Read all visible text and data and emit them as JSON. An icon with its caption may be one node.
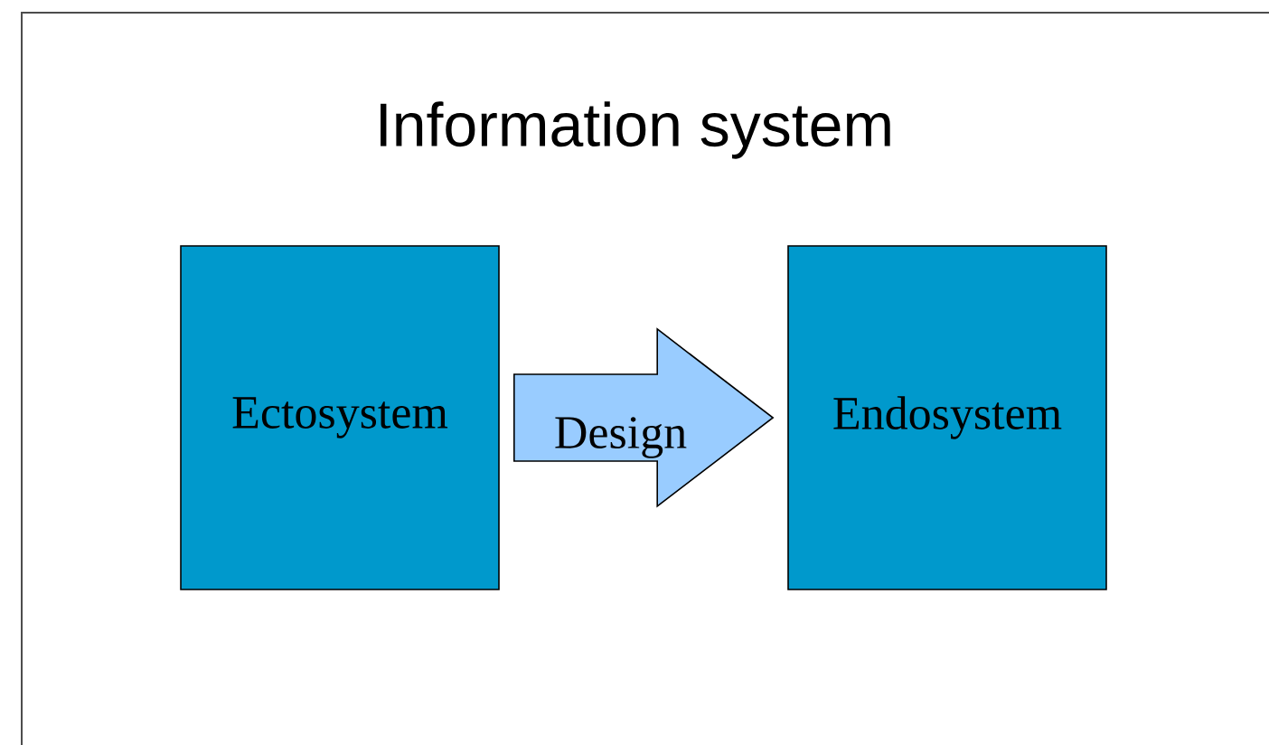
{
  "diagram": {
    "title": "Information system",
    "nodes": [
      {
        "text": [
          "Ectosystem"
        ]
      },
      {
        "text": [
          "Endosystem"
        ]
      }
    ],
    "edges": [
      {
        "from": 0,
        "to": 1,
        "arrow": "to",
        "label": "Design"
      }
    ]
  }
}
